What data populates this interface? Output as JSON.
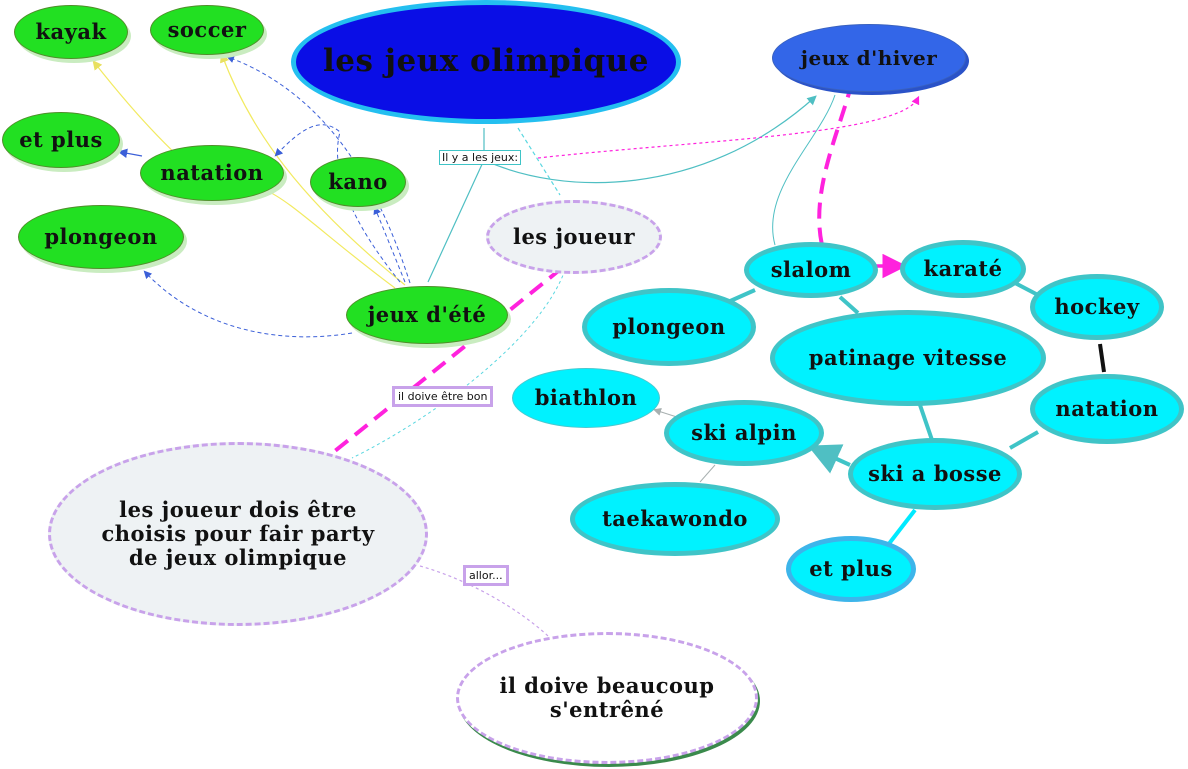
{
  "title": "les jeux olimpique",
  "winter_games": "jeux d'hiver",
  "summer_games": "jeux d'été",
  "summer_items": {
    "kayak": "kayak",
    "soccer": "soccer",
    "et_plus": "et plus",
    "natation": "natation",
    "kano": "kano",
    "plongeon": "plongeon"
  },
  "winter_items": {
    "slalom": "slalom",
    "karate": "karaté",
    "hockey": "hockey",
    "plongeon": "plongeon",
    "patinage": "patinage vitesse",
    "natation": "natation",
    "biathlon": "biathlon",
    "ski_alpin": "ski alpin",
    "ski_bosse": "ski a bosse",
    "taekwondo": "taekawondo",
    "et_plus": "et plus"
  },
  "players": {
    "node": "les joueur",
    "chosen": "les joueur dois être choisis pour fair party de jeux olimpique",
    "training": "il doive beaucoup s'entrêné"
  },
  "link_labels": {
    "games": "Il y a les jeux:",
    "good": "il doive être bon",
    "then": "allor..."
  },
  "colors": {
    "summer_node": "#22e022",
    "winter_node": "#00f2ff",
    "title_node": "#0a0ee6",
    "winter_hub": "#3366e8",
    "dashed_outline": "#c8a2ea",
    "magenta_link": "#ff22dd"
  }
}
